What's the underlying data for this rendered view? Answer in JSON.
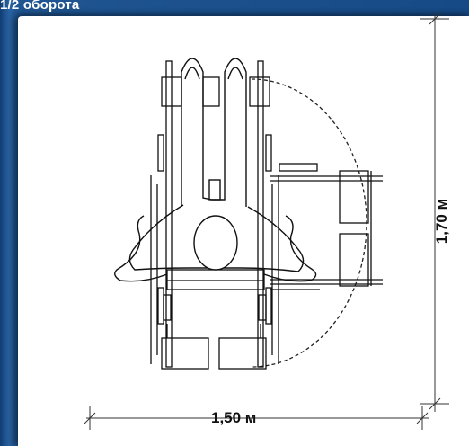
{
  "title": "1/2 оборота",
  "dimensions": {
    "width_label": "1,50 м",
    "height_label": "1,70 м"
  }
}
